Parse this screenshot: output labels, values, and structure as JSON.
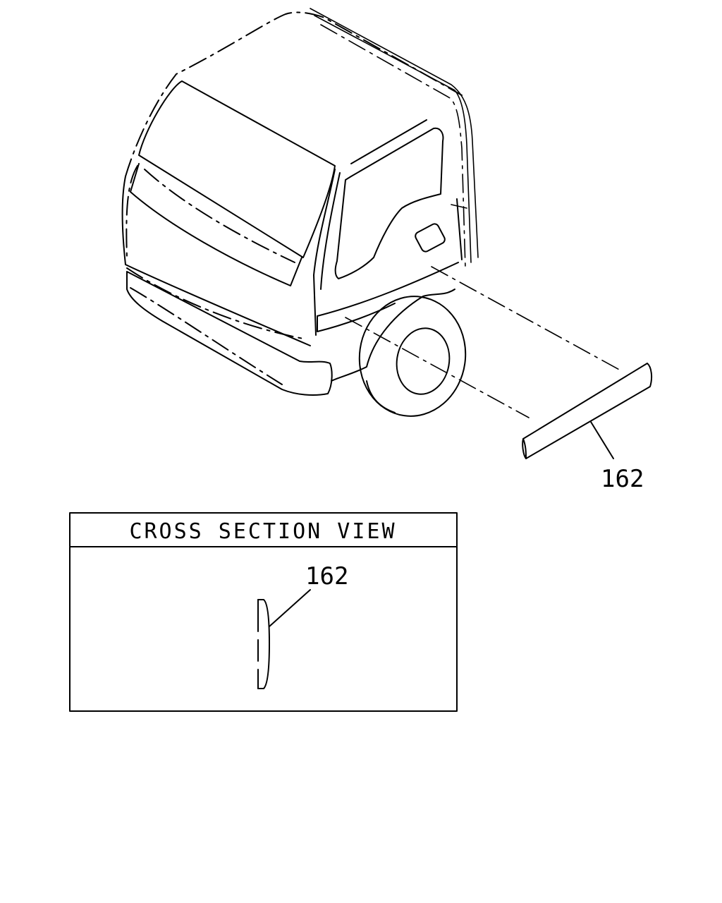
{
  "diagram": {
    "part_callout_main": "162",
    "part_callout_section": "162",
    "section_title": "CROSS SECTION VIEW"
  },
  "colors": {
    "ink": "#000000",
    "background": "#ffffff"
  }
}
